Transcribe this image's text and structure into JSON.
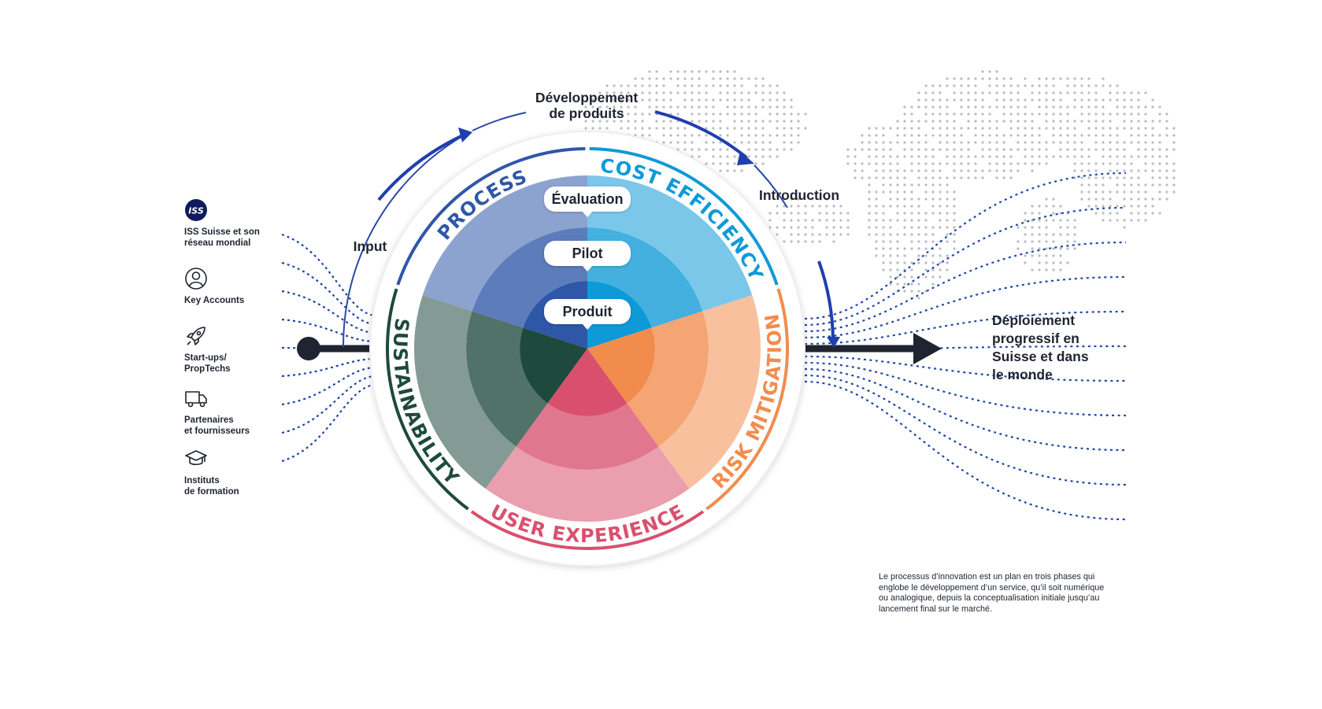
{
  "sources": [
    {
      "icon": "iss-logo-icon",
      "label": "ISS Suisse et son\nréseau mondial",
      "logo_text": "ISS"
    },
    {
      "icon": "person-icon",
      "label": "Key Accounts"
    },
    {
      "icon": "rocket-icon",
      "label": "Start-ups/\nPropTechs"
    },
    {
      "icon": "truck-icon",
      "label": "Partenaires\net fournisseurs"
    },
    {
      "icon": "graduation-cap-icon",
      "label": "Instituts\nde formation"
    }
  ],
  "flow": {
    "input": "Input",
    "development": "Développement\nde produits",
    "introduction": "Introduction",
    "deployment": "Déploiement\nprogressif en\nSuisse et dans\nle monde"
  },
  "wheel": {
    "segments": [
      {
        "name": "PROCESS",
        "color": "#2f57a8"
      },
      {
        "name": "COST EFFICIENCY",
        "color": "#0e9ad7"
      },
      {
        "name": "RISK MITIGATION",
        "color": "#f28c4c"
      },
      {
        "name": "USER EXPERIENCE",
        "color": "#d9506e"
      },
      {
        "name": "SUSTAINABILITY",
        "color": "#1e4a3d"
      }
    ],
    "rings": [
      "Évaluation",
      "Pilot",
      "Produit"
    ]
  },
  "caption": "Le processus d’innovation est un plan en trois phases qui englobe le développement d’un service, qu’il soit numérique ou analogique, depuis la conceptualisation initiale jusqu’au lancement final sur le marché.",
  "colors": {
    "accent_blue": "#1f3fae",
    "dark": "#1f2430",
    "map_dots": "#b9bcc2"
  }
}
